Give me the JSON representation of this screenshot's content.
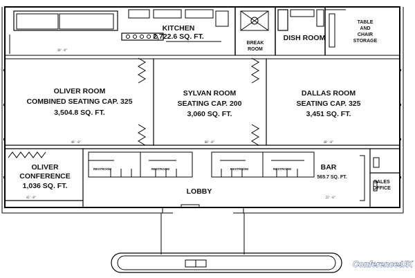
{
  "rooms": {
    "kitchen": {
      "name": "KITCHEN",
      "area": "2,722.6 SQ. FT."
    },
    "break_room": {
      "line1": "BREAK",
      "line2": "ROOM"
    },
    "dish_room": {
      "name": "DISH ROOM"
    },
    "storage": {
      "line1": "TABLE",
      "line2": "AND",
      "line3": "CHAIR",
      "line4": "STORAGE"
    },
    "oliver": {
      "name": "OLIVER ROOM",
      "capacity": "COMBINED SEATING CAP. 325",
      "area": "3,504.8 SQ. FT."
    },
    "sylvan": {
      "name": "SYLVAN ROOM",
      "capacity": "SEATING CAP. 200",
      "area": "3,060 SQ. FT."
    },
    "dallas": {
      "name": "DALLAS ROOM",
      "capacity": "SEATING CAP. 325",
      "area": "3,451 SQ. FT."
    },
    "oliver_conference": {
      "line1": "OLIVER",
      "line2": "CONFERENCE",
      "area": "1,036 SQ. FT."
    },
    "bar": {
      "name": "BAR",
      "area": "565.7 SQ. FT."
    },
    "sales_office": {
      "line1": "SALES",
      "line2": "OFFICE"
    },
    "lobby": {
      "name": "LOBBY"
    }
  },
  "restrooms": [
    "RESTROOM",
    "RESTROOM",
    "RESTROOM",
    "RESTROOM"
  ],
  "dimensions": [
    "18'-8\"",
    "48'-0\"",
    "60'-0\"",
    "48'-0\"",
    "41'-8\"",
    "22'-6\""
  ],
  "watermark": {
    "brand": "Conferences",
    "suffix": "UK"
  }
}
